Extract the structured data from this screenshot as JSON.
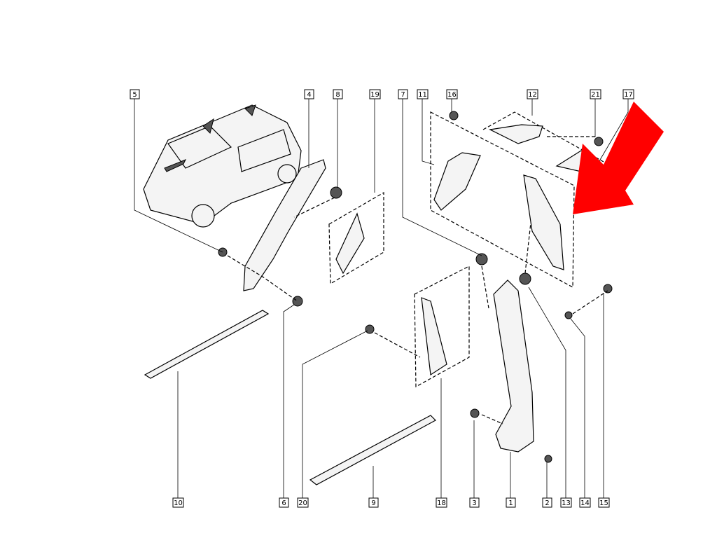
{
  "diagram": {
    "title": "Body trim parts exploded view",
    "top_labels": [
      "5",
      "4",
      "8",
      "19",
      "7",
      "11",
      "16",
      "12",
      "21",
      "17"
    ],
    "bottom_labels": [
      "10",
      "6",
      "20",
      "9",
      "18",
      "3",
      "1",
      "2",
      "13",
      "14",
      "15"
    ],
    "highlight_color": "#ff0000"
  }
}
